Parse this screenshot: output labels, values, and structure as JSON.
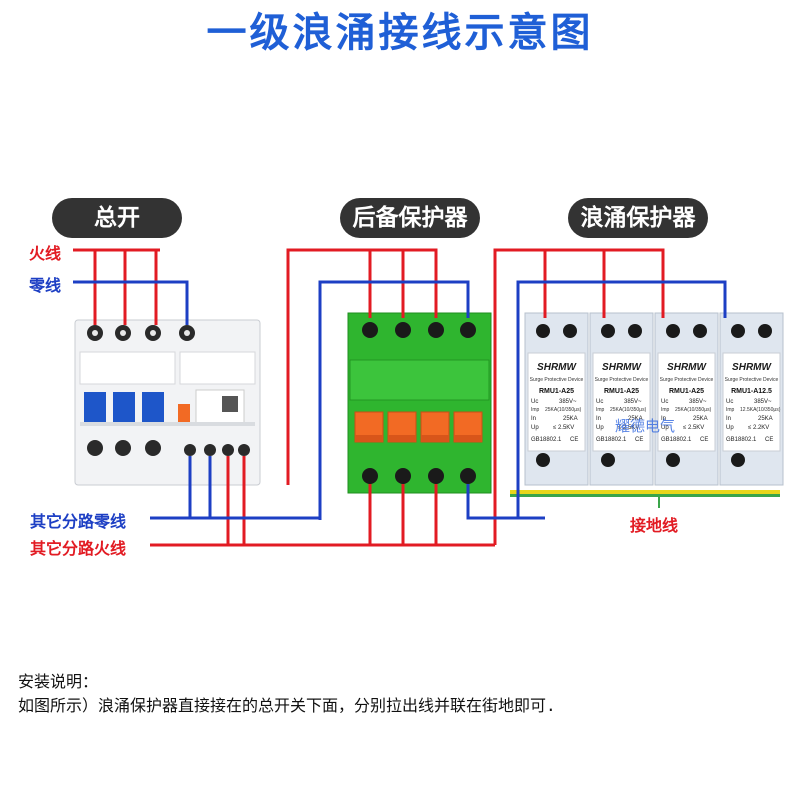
{
  "title": "一级浪涌接线示意图",
  "sections": {
    "main_switch": "总开",
    "backup_protector": "后备保护器",
    "surge_protector": "浪涌保护器"
  },
  "wire_labels": {
    "live": "火线",
    "neutral": "零线",
    "other_neutral": "其它分路零线",
    "other_live": "其它分路火线",
    "ground": "接地线"
  },
  "spd": {
    "brand": "SHRMW",
    "subtitle": "Surge Protective Device",
    "uc_label": "Uc",
    "imp_label": "Imp",
    "in_label": "In",
    "up_label": "Up",
    "standard": "GB18802.1",
    "ce": "CE",
    "modules": [
      {
        "model": "RMU1-A25",
        "uc": "385V~",
        "imp": "25KA(10/350μs)",
        "in": "25KA",
        "up": "≤ 2.5KV"
      },
      {
        "model": "RMU1-A25",
        "uc": "385V~",
        "imp": "25KA(10/350μs)",
        "in": "25KA",
        "up": "≤ 2.5KV"
      },
      {
        "model": "RMU1-A25",
        "uc": "385V~",
        "imp": "25KA(10/350μs)",
        "in": "25KA",
        "up": "≤ 2.5KV"
      },
      {
        "model": "RMU1-A12.5",
        "uc": "385V~",
        "imp": "12.5KA(10/350μs)",
        "in": "25KA",
        "up": "≤ 2.2KV"
      }
    ]
  },
  "watermark": "耀德电气",
  "notes": {
    "heading": "安装说明：",
    "body": "如图所示）浪涌保护器直接接在的总开关下面，分别拉出线并联在街地即可."
  },
  "colors": {
    "live": "#e21b23",
    "neutral": "#1d3fc4",
    "title": "#1f5fd6",
    "backup_body": "#2fb52f",
    "handle": "#f26a24",
    "breaker_blue": "#1e56c9",
    "ground_yellow": "#e8d61a",
    "ground_green": "#3aa54a"
  }
}
